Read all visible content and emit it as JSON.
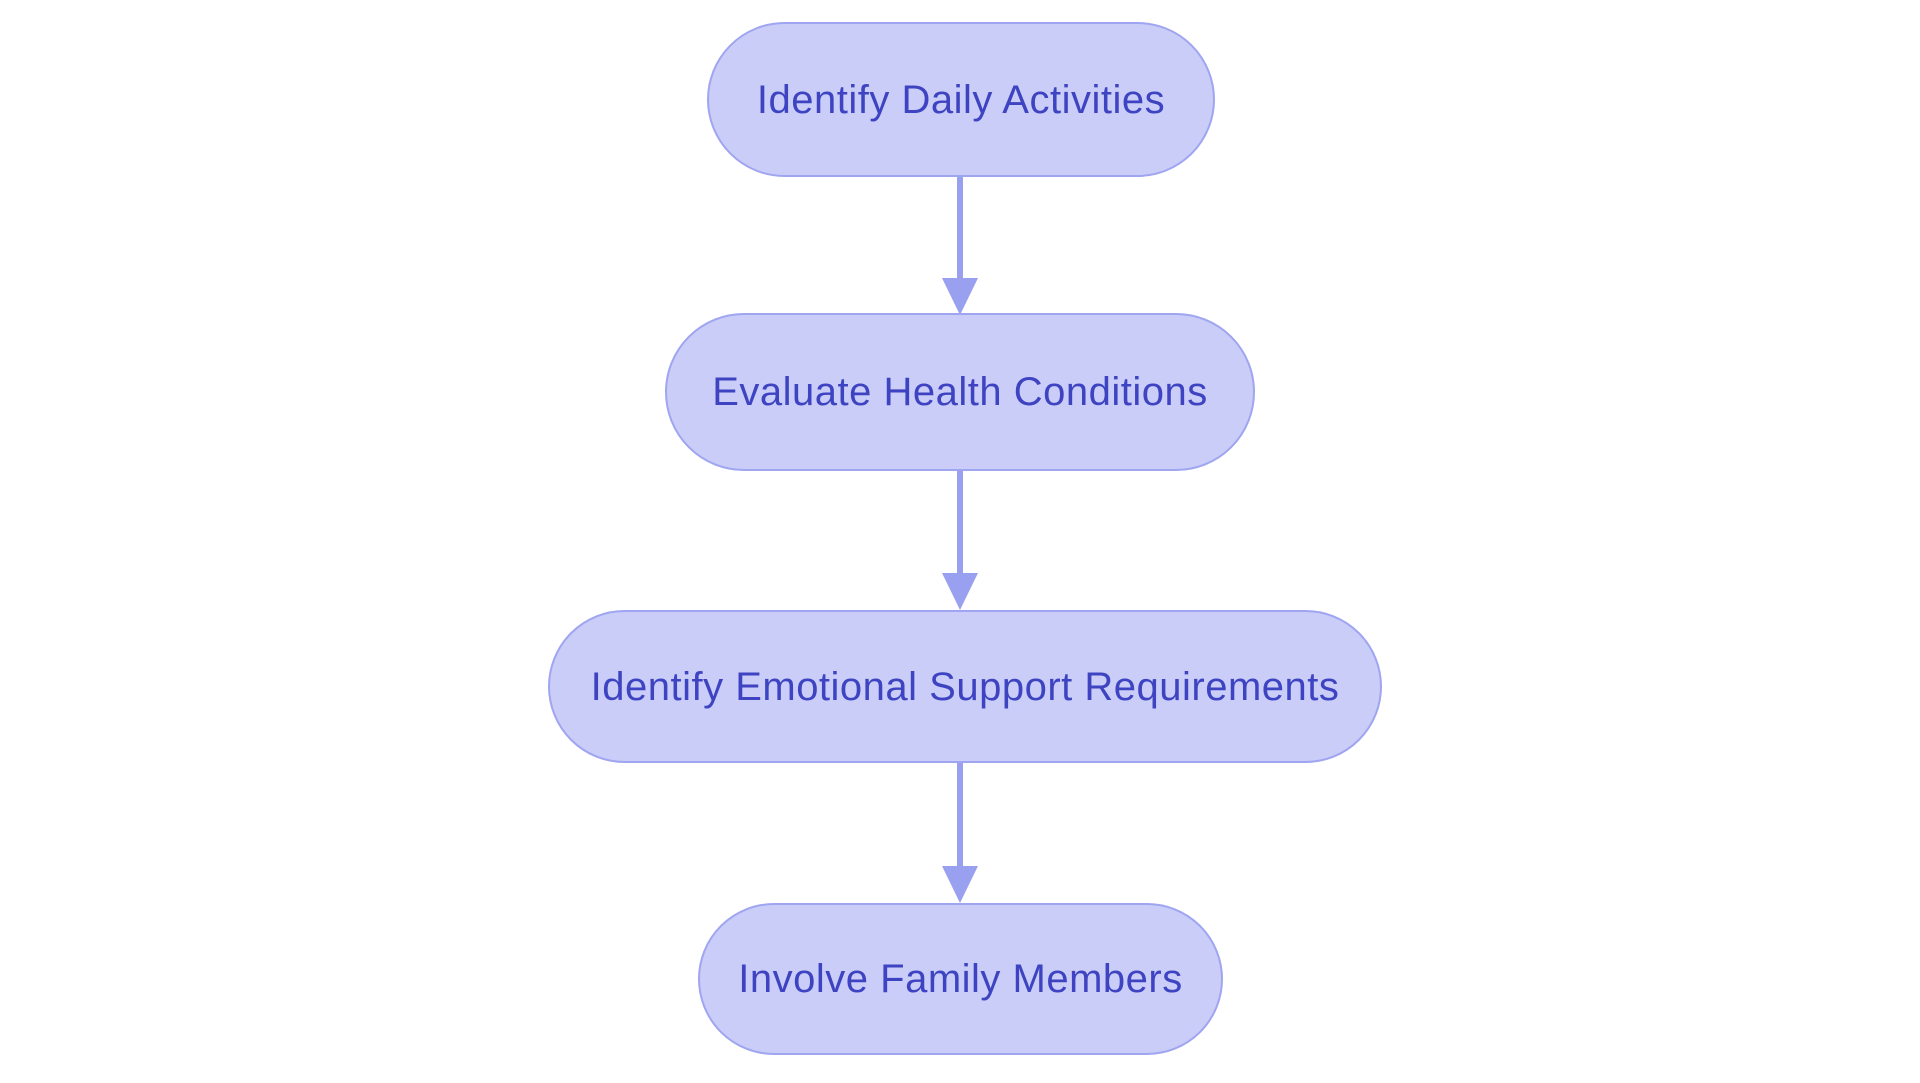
{
  "diagram": {
    "type": "flowchart",
    "orientation": "top-down",
    "colors": {
      "background": "#ffffff",
      "node_fill": "#c9cdf8",
      "node_border": "#9fa5f0",
      "text_color": "#3e44c1",
      "arrow_color": "#9aa0f0"
    },
    "nodes": [
      {
        "id": "identify-daily-activities",
        "label": "Identify Daily Activities"
      },
      {
        "id": "evaluate-health-conditions",
        "label": "Evaluate Health Conditions"
      },
      {
        "id": "identify-emotional-support-requirements",
        "label": "Identify Emotional Support Requirements"
      },
      {
        "id": "involve-family-members",
        "label": "Involve Family Members"
      }
    ],
    "edges": [
      {
        "from": "Identify Daily Activities",
        "to": "Evaluate Health Conditions"
      },
      {
        "from": "Evaluate Health Conditions",
        "to": "Identify Emotional Support Requirements"
      },
      {
        "from": "Identify Emotional Support Requirements",
        "to": "Involve Family Members"
      }
    ]
  }
}
